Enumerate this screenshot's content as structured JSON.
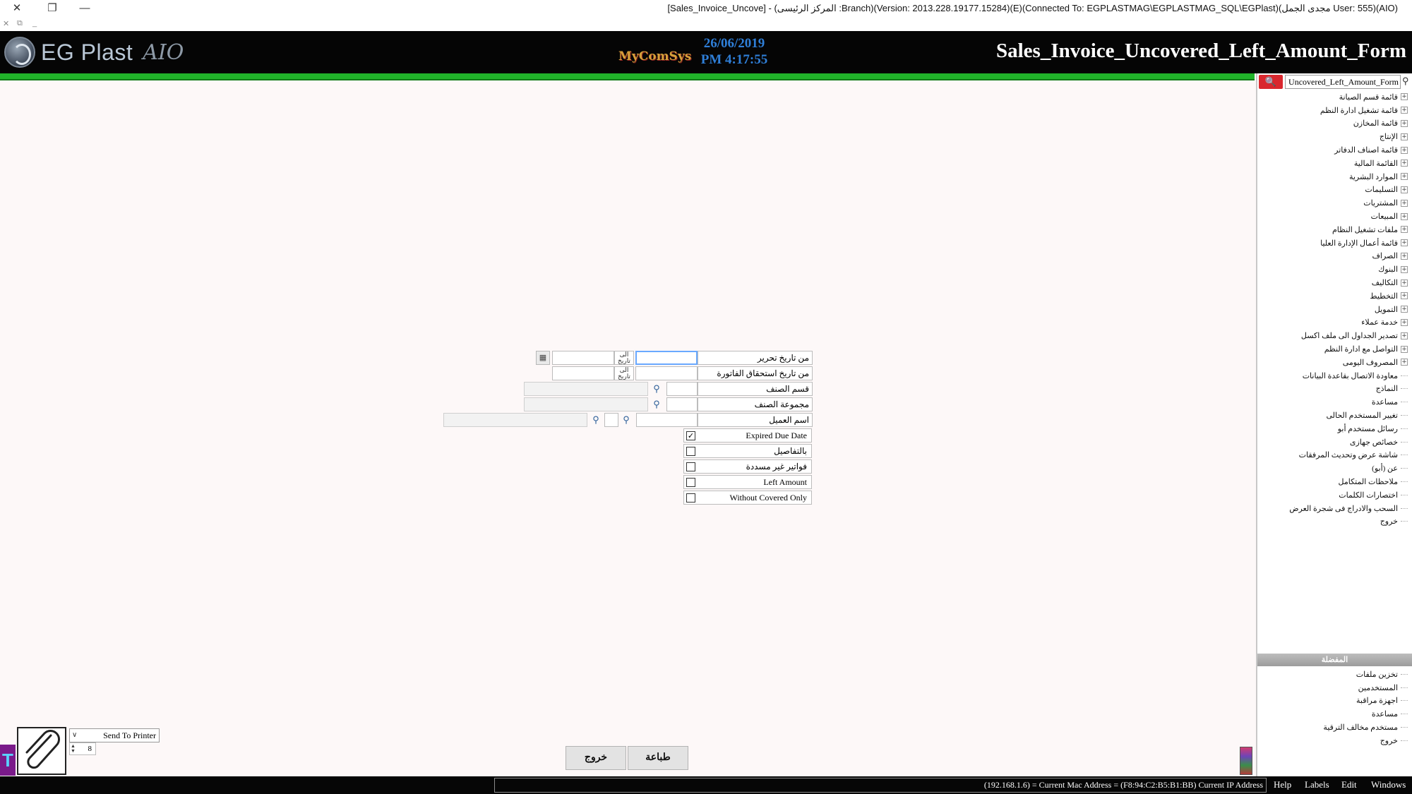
{
  "window": {
    "title": "[Sales_Invoice_Uncove] - (المركز الرئيسى :Branch)(Version: 2013.228.19177.15284)(E)(Connected To: EGPLASTMAG\\EGPLASTMAG_SQL\\EGPlast)(مجدى الجمل User: 555)(AIO)",
    "close_glyph": "✕",
    "restore_glyph": "❐",
    "minimize_glyph": "—",
    "mdi_close": "✕",
    "mdi_restore": "⧉",
    "mdi_min": "_"
  },
  "header": {
    "brand": "EG Plast",
    "brand_suffix": "AIO",
    "vendor": "MyComSys",
    "date": "26/06/2019",
    "time": "PM 4:17:55",
    "form_title": "Sales_Invoice_Uncovered_Left_Amount_Form"
  },
  "sidebar": {
    "search_value": "Uncovered_Left_Amount_Form",
    "search_icon": "search-icon",
    "items": [
      {
        "label": "قائمة قسم الصيانة",
        "expandable": true
      },
      {
        "label": "قائمة تشغيل ادارة النظم",
        "expandable": true
      },
      {
        "label": "قائمة المخازن",
        "expandable": true
      },
      {
        "label": "الإنتاج",
        "expandable": true
      },
      {
        "label": "قائمة اصناف الدفاتر",
        "expandable": true
      },
      {
        "label": "القائمة المالية",
        "expandable": true
      },
      {
        "label": "الموارد البشرية",
        "expandable": true
      },
      {
        "label": "التسليمات",
        "expandable": true
      },
      {
        "label": "المشتريات",
        "expandable": true
      },
      {
        "label": "المبيعات",
        "expandable": true
      },
      {
        "label": "ملفات تشغيل النظام",
        "expandable": true
      },
      {
        "label": "قائمة أعمال الإدارة العليا",
        "expandable": true
      },
      {
        "label": "الصراف",
        "expandable": true
      },
      {
        "label": "البنوك",
        "expandable": true
      },
      {
        "label": "التكاليف",
        "expandable": true
      },
      {
        "label": "التخطيط",
        "expandable": true
      },
      {
        "label": "التمويل",
        "expandable": true
      },
      {
        "label": "خدمة عملاء",
        "expandable": true
      },
      {
        "label": "تصدير الجداول الى ملف اكسل",
        "expandable": true
      },
      {
        "label": "التواصل مع ادارة النظم",
        "expandable": true
      },
      {
        "label": "المصروف اليومى",
        "expandable": true
      },
      {
        "label": "معاودة الاتصال بقاعدة البيانات",
        "expandable": false
      },
      {
        "label": "النماذج",
        "expandable": false
      },
      {
        "label": "مساعدة",
        "expandable": false
      },
      {
        "label": "تغيير المستخدم الحالى",
        "expandable": false
      },
      {
        "label": "رسائل مستخدم أبو",
        "expandable": false
      },
      {
        "label": "خصائص جهازى",
        "expandable": false
      },
      {
        "label": "شاشة عرض وتحديث المرفقات",
        "expandable": false
      },
      {
        "label": "عن (أبو)",
        "expandable": false
      },
      {
        "label": "ملاحظات المتكامل",
        "expandable": false
      },
      {
        "label": "اختصارات الكلمات",
        "expandable": false
      },
      {
        "label": "السحب والادراج فى شجرة العرض",
        "expandable": false
      },
      {
        "label": "خروج",
        "expandable": false
      }
    ],
    "favorites_header": "المفضلة",
    "favorites": [
      {
        "label": "تخزين ملفات"
      },
      {
        "label": "المستخدمين"
      },
      {
        "label": "اجهزة مراقبة"
      },
      {
        "label": "مساعدة"
      },
      {
        "label": "مستخدم مخالف الترقية"
      },
      {
        "label": "خروج"
      }
    ]
  },
  "form": {
    "issue_date_label": "من تاريخ تحرير",
    "due_date_label": "من تاريخ استحقاق الفاتورة",
    "to_date_label": "الى تاريخ",
    "to_date_label2": "الى تاريخ",
    "item_label": "قسم الصنف",
    "group_label": "مجموعة الصنف",
    "customer_label": "اسم العميل",
    "checkboxes": [
      {
        "label": "Expired Due Date",
        "checked": true,
        "mark": "✓"
      },
      {
        "label": "بالتفاصيل",
        "checked": false,
        "mark": ""
      },
      {
        "label": "فواتير غير مسددة",
        "checked": false,
        "mark": ""
      },
      {
        "label": "Left Amount",
        "checked": false,
        "mark": ""
      },
      {
        "label": "Without Covered Only",
        "checked": false,
        "mark": ""
      }
    ]
  },
  "buttons": {
    "print": "طباعة",
    "exit": "خروج"
  },
  "printer": {
    "target": "Send To Printer",
    "copies": "8"
  },
  "status": {
    "info": "(192.168.1.6) = Current Mac Address = (F8:94:C2:B5:B1:BB) Current IP Address",
    "menus": [
      "Help",
      "Labels",
      "Edit",
      "Windows"
    ]
  }
}
